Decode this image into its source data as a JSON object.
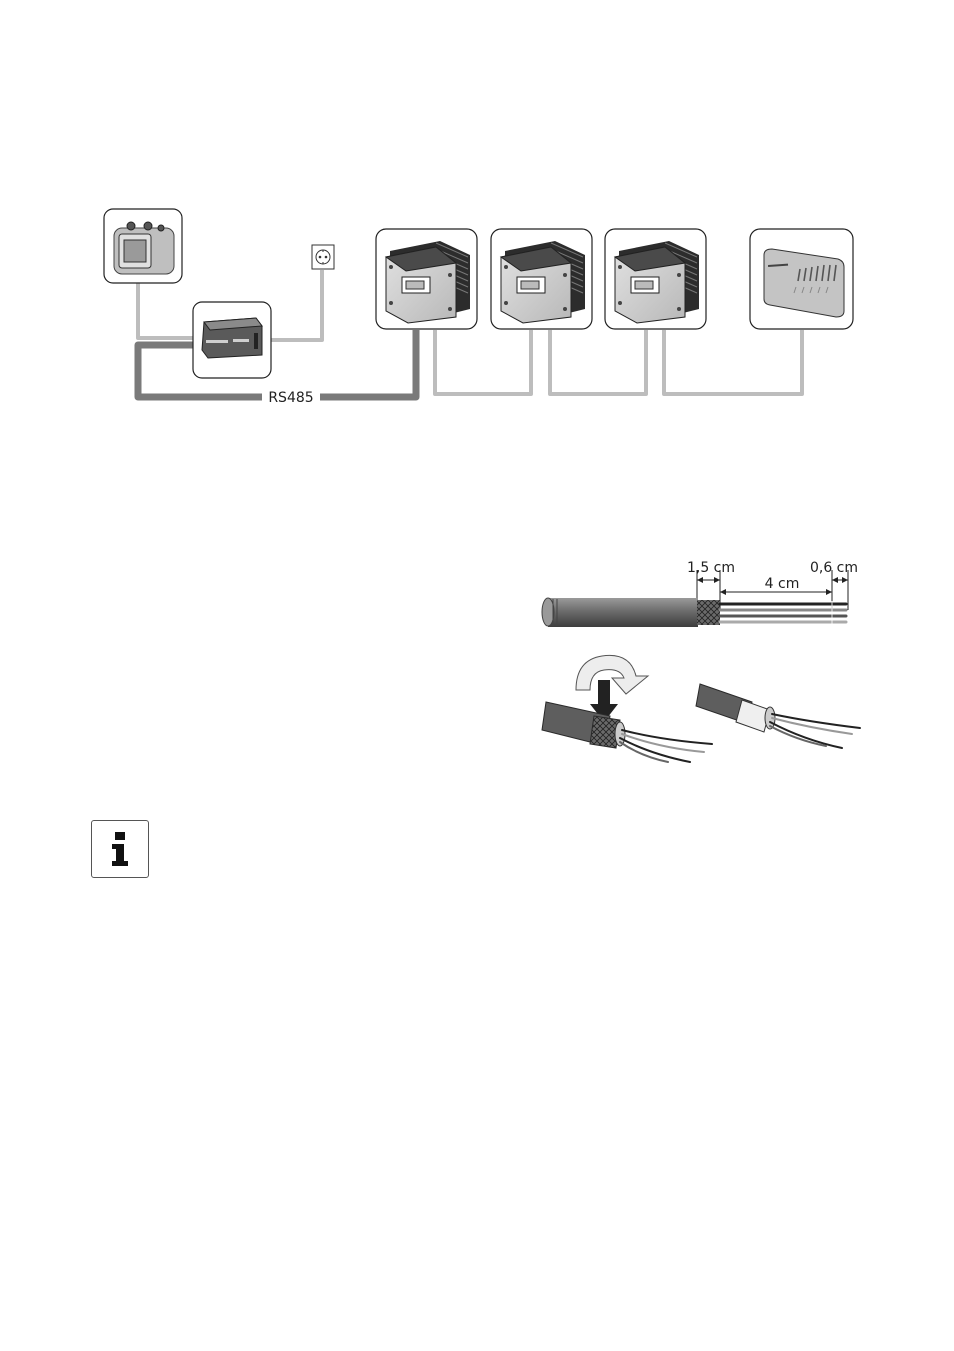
{
  "diagram": {
    "bus_label": "RS485"
  },
  "cable_dims": {
    "d1": "1,5 cm",
    "d2": "4 cm",
    "d3": "0,6 cm"
  },
  "icons": {
    "info": "info-icon",
    "socket": "power-socket-icon"
  },
  "colors": {
    "bus": "#7a7a7a",
    "cable": "#bdbdbd",
    "device_body": "#cfcfcf",
    "heatsink": "#3a3a3a"
  }
}
